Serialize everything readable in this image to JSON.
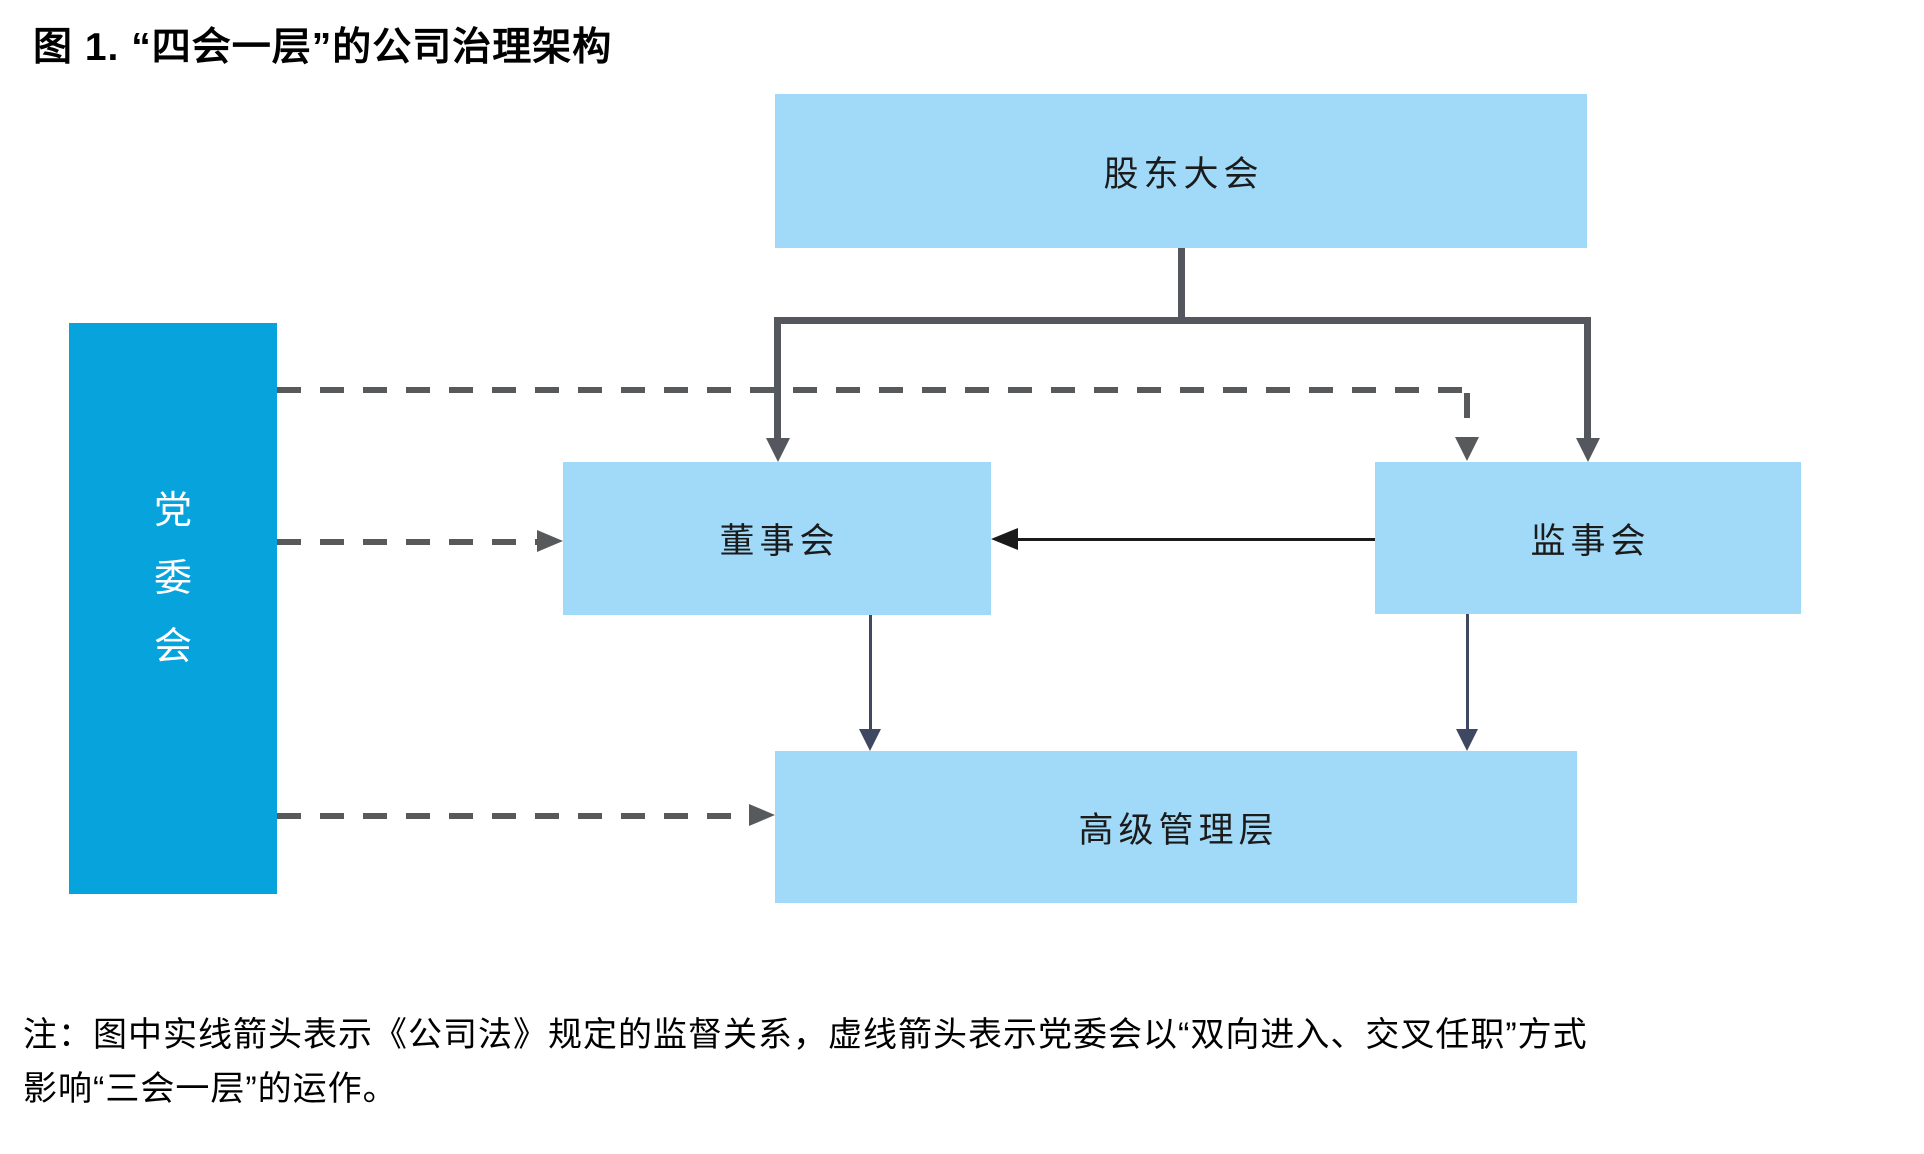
{
  "figure": {
    "title": "图 1. “四会一层”的公司治理架构"
  },
  "nodes": {
    "shareholders_meeting": {
      "label": "股东大会"
    },
    "party_committee": {
      "label": "党委会"
    },
    "board_of_directors": {
      "label": "董事会"
    },
    "supervisory_board": {
      "label": "监事会"
    },
    "senior_management": {
      "label": "高级管理层"
    }
  },
  "edges": [
    {
      "from": "shareholders_meeting",
      "to": "board_of_directors",
      "style": "solid",
      "color": "#54575E"
    },
    {
      "from": "shareholders_meeting",
      "to": "supervisory_board",
      "style": "solid",
      "color": "#54575E"
    },
    {
      "from": "supervisory_board",
      "to": "board_of_directors",
      "style": "solid-thin",
      "color": "#1A1A1A"
    },
    {
      "from": "board_of_directors",
      "to": "senior_management",
      "style": "solid-thin",
      "color": "#3E4961"
    },
    {
      "from": "supervisory_board",
      "to": "senior_management",
      "style": "solid-thin",
      "color": "#3E4961"
    },
    {
      "from": "party_committee",
      "to": "supervisory_board",
      "style": "dashed",
      "color": "#58595B"
    },
    {
      "from": "party_committee",
      "to": "board_of_directors",
      "style": "dashed",
      "color": "#58595B"
    },
    {
      "from": "party_committee",
      "to": "senior_management",
      "style": "dashed",
      "color": "#58595B"
    }
  ],
  "note": {
    "line1": "注：图中实线箭头表示《公司法》规定的监督关系，虚线箭头表示党委会以“双向进入、交叉任职”方式",
    "line2": "影响“三会一层”的运作。"
  },
  "colors": {
    "node_fill_light_blue": "#A1DAF8",
    "party_fill_cyan": "#07A3DD",
    "solid_connector_gray": "#54575E",
    "dashed_connector_gray": "#58595B",
    "supervision_arrow_black": "#1A1A1A",
    "thin_arrow_slate": "#3E4961",
    "party_text_white": "#FFFFFF"
  }
}
